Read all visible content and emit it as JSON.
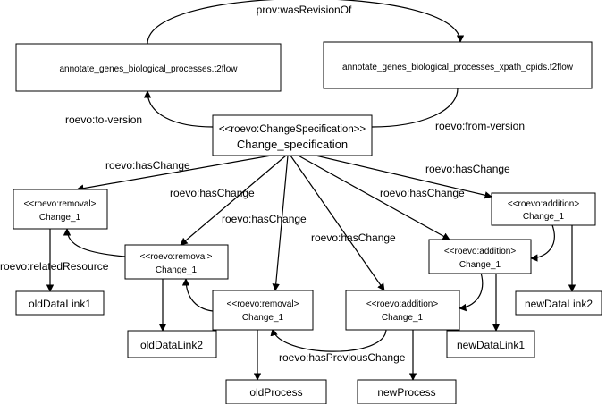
{
  "nodes": {
    "wf_left": {
      "label": "annotate_genes_biological_processes.t2flow"
    },
    "wf_right": {
      "label": "annotate_genes_biological_processes_xpath_cpids.t2flow"
    },
    "spec": {
      "type": "<<roevo:ChangeSpecification>>",
      "label": "Change_specification"
    },
    "rem1": {
      "type": "<<roevo:removal>",
      "label": "Change_1"
    },
    "rem2": {
      "type": "<<roevo:removal>",
      "label": "Change_1"
    },
    "rem3": {
      "type": "<<roevo:removal>",
      "label": "Change_1"
    },
    "add1": {
      "type": "<<roevo:addition>",
      "label": "Change_1"
    },
    "add2": {
      "type": "<<roevo:addition>",
      "label": "Change_1"
    },
    "add3": {
      "type": "<<roevo:addition>",
      "label": "Change_1"
    },
    "old1": {
      "label": "oldDataLink1"
    },
    "old2": {
      "label": "oldDataLink2"
    },
    "oldp": {
      "label": "oldProcess"
    },
    "newp": {
      "label": "newProcess"
    },
    "new1": {
      "label": "newDataLink1"
    },
    "new2": {
      "label": "newDataLink2"
    }
  },
  "edges": {
    "was_revision_of": "prov:wasRevisionOf",
    "to_version": "roevo:to-version",
    "from_version": "roevo:from-version",
    "has_change": "roevo:hasChange",
    "related_resource": "roevo:relatedResource",
    "has_previous_change": "roevo:hasPreviousChange"
  }
}
